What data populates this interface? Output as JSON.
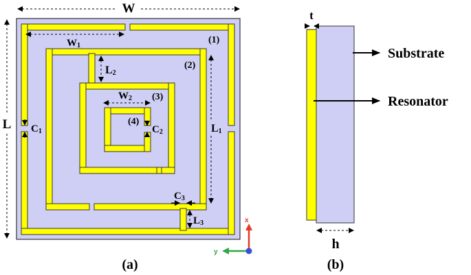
{
  "panel_a": {
    "caption": "(a)",
    "dims": {
      "W": "W",
      "L": "L",
      "W1": "W",
      "W1_sub": "1",
      "L2": "L",
      "L2_sub": "2",
      "W2": "W",
      "W2_sub": "2",
      "L1": "L",
      "L1_sub": "1",
      "C1": "C",
      "C1_sub": "1",
      "C2": "C",
      "C2_sub": "2",
      "C3": "C",
      "C3_sub": "3",
      "L3": "L",
      "L3_sub": "3"
    },
    "rings": [
      "(1)",
      "(2)",
      "(3)",
      "(4)"
    ],
    "axes": {
      "x": "x",
      "y": "y"
    }
  },
  "panel_b": {
    "caption": "(b)",
    "t": "t",
    "h": "h",
    "substrate": "Substrate",
    "resonator": "Resonator"
  },
  "colors": {
    "substrate": "#cfcff5",
    "metal": "#ffff00",
    "outline": "#333333",
    "axis_x": "#e23b2a",
    "axis_y": "#2fa84a",
    "axis_z": "#3a4fd0"
  }
}
